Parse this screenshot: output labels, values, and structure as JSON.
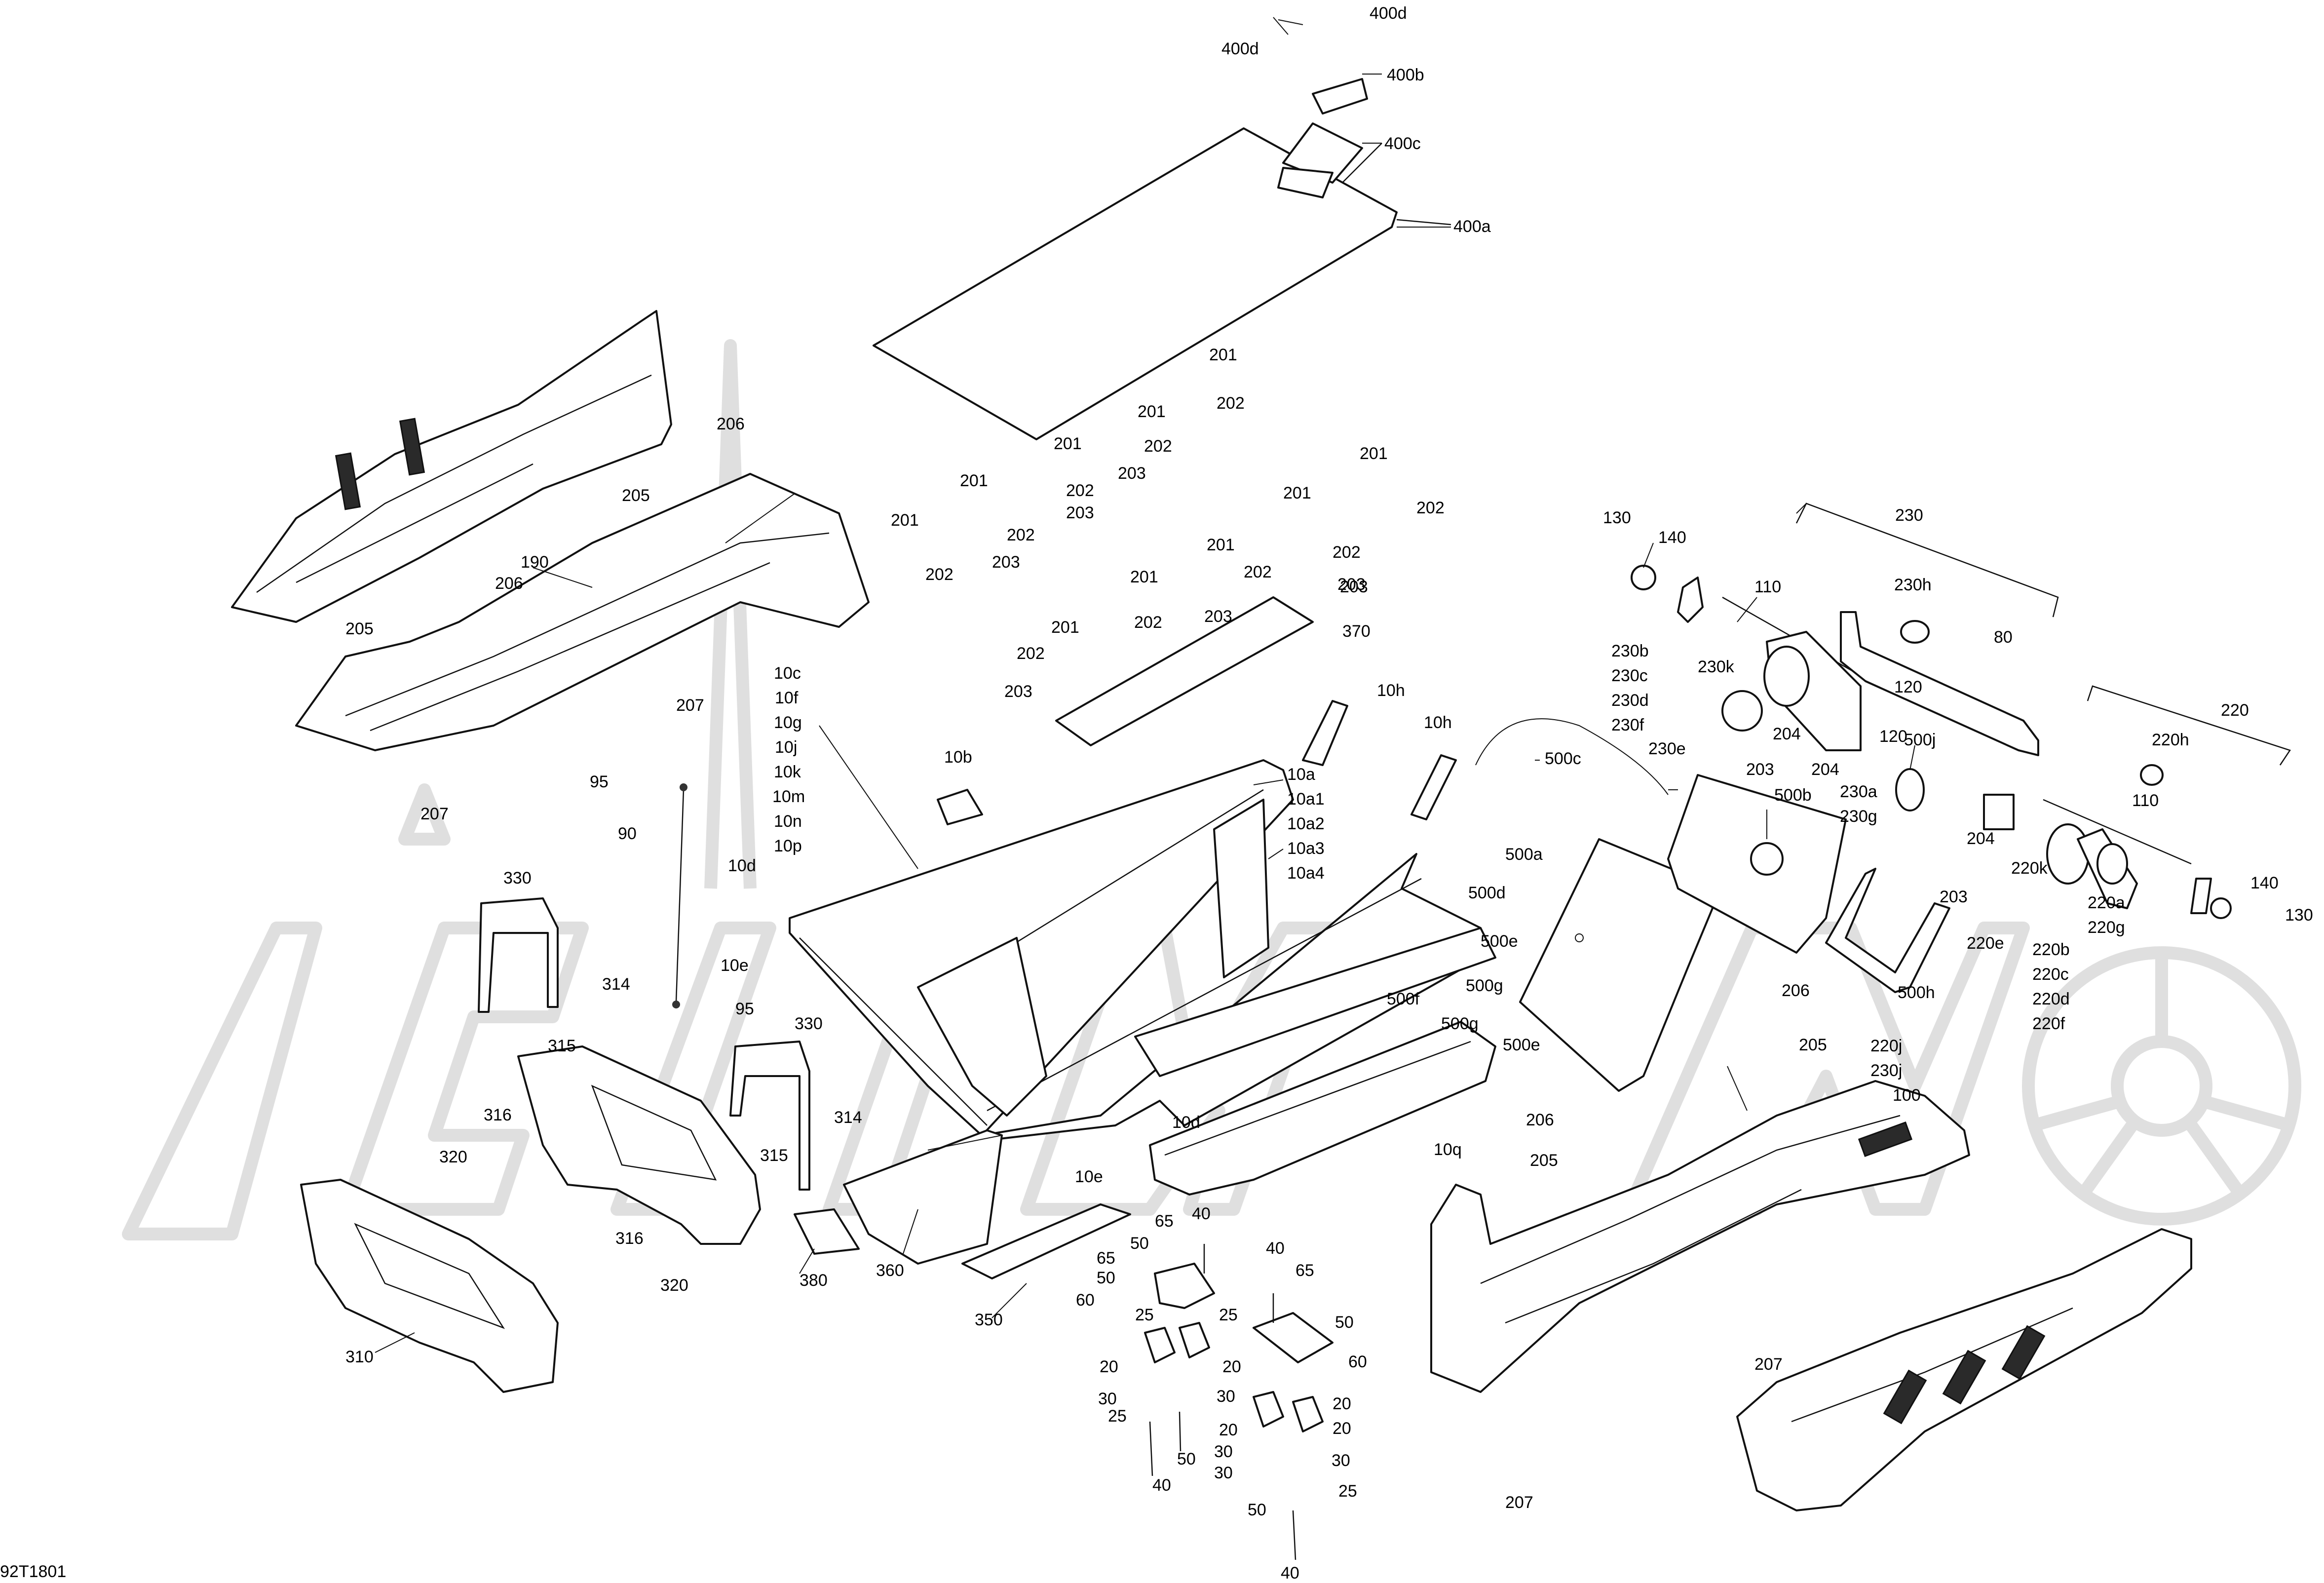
{
  "diagram_code": "92T1801",
  "callouts": [
    {
      "id": "c400d_1",
      "text": "400d"
    },
    {
      "id": "c400d_2",
      "text": "400d"
    },
    {
      "id": "c400b",
      "text": "400b"
    },
    {
      "id": "c400c",
      "text": "400c"
    },
    {
      "id": "c400a",
      "text": "400a"
    },
    {
      "id": "c201_a",
      "text": "201"
    },
    {
      "id": "c202_a",
      "text": "202"
    },
    {
      "id": "c201_b",
      "text": "201"
    },
    {
      "id": "c202_b",
      "text": "202"
    },
    {
      "id": "c201_c",
      "text": "201"
    },
    {
      "id": "c202_c",
      "text": "202"
    },
    {
      "id": "c203_c",
      "text": "203"
    },
    {
      "id": "c201_d",
      "text": "201"
    },
    {
      "id": "c202_d",
      "text": "202"
    },
    {
      "id": "c203_d",
      "text": "203"
    },
    {
      "id": "c201_e",
      "text": "201"
    },
    {
      "id": "c202_e",
      "text": "202"
    },
    {
      "id": "c203_e",
      "text": "203"
    },
    {
      "id": "c201_f",
      "text": "201"
    },
    {
      "id": "c202_f",
      "text": "202"
    },
    {
      "id": "c201_g",
      "text": "201"
    },
    {
      "id": "c202_g",
      "text": "202"
    },
    {
      "id": "c203_g",
      "text": "203"
    },
    {
      "id": "c201_h",
      "text": "201"
    },
    {
      "id": "c202_h",
      "text": "202"
    },
    {
      "id": "c203_h",
      "text": "203"
    },
    {
      "id": "c201_i",
      "text": "201"
    },
    {
      "id": "c202_i",
      "text": "202"
    },
    {
      "id": "c203_i",
      "text": "203"
    },
    {
      "id": "c201_j",
      "text": "201"
    },
    {
      "id": "c202_j",
      "text": "202"
    },
    {
      "id": "c203_j",
      "text": "203"
    },
    {
      "id": "c370",
      "text": "370"
    },
    {
      "id": "c206_a",
      "text": "206"
    },
    {
      "id": "c205_a",
      "text": "205"
    },
    {
      "id": "c190",
      "text": "190"
    },
    {
      "id": "c206_b",
      "text": "206"
    },
    {
      "id": "c205_b",
      "text": "205"
    },
    {
      "id": "c207_a",
      "text": "207"
    },
    {
      "id": "c207_b",
      "text": "207"
    },
    {
      "id": "c95_a",
      "text": "95"
    },
    {
      "id": "c90",
      "text": "90"
    },
    {
      "id": "c95_b",
      "text": "95"
    },
    {
      "id": "c10d_a",
      "text": "10d"
    },
    {
      "id": "c10e_a",
      "text": "10e"
    },
    {
      "id": "c10b",
      "text": "10b"
    },
    {
      "id": "c10c",
      "text": "10c"
    },
    {
      "id": "c10f",
      "text": "10f"
    },
    {
      "id": "c10g",
      "text": "10g"
    },
    {
      "id": "c10j",
      "text": "10j"
    },
    {
      "id": "c10k",
      "text": "10k"
    },
    {
      "id": "c10m",
      "text": "10m"
    },
    {
      "id": "c10n",
      "text": "10n"
    },
    {
      "id": "c10p",
      "text": "10p"
    },
    {
      "id": "c10h_a",
      "text": "10h"
    },
    {
      "id": "c10h_b",
      "text": "10h"
    },
    {
      "id": "c10a",
      "text": "10a"
    },
    {
      "id": "c10a1",
      "text": "10a1"
    },
    {
      "id": "c10a2",
      "text": "10a2"
    },
    {
      "id": "c10a3",
      "text": "10a3"
    },
    {
      "id": "c10a4",
      "text": "10a4"
    },
    {
      "id": "c10d_b",
      "text": "10d"
    },
    {
      "id": "c10e_b",
      "text": "10e"
    },
    {
      "id": "c10q",
      "text": "10q"
    },
    {
      "id": "c330_a",
      "text": "330"
    },
    {
      "id": "c314_a",
      "text": "314"
    },
    {
      "id": "c315_a",
      "text": "315"
    },
    {
      "id": "c316_a",
      "text": "316"
    },
    {
      "id": "c320_a",
      "text": "320"
    },
    {
      "id": "c330_b",
      "text": "330"
    },
    {
      "id": "c314_b",
      "text": "314"
    },
    {
      "id": "c315_b",
      "text": "315"
    },
    {
      "id": "c316_b",
      "text": "316"
    },
    {
      "id": "c320_b",
      "text": "320"
    },
    {
      "id": "c310",
      "text": "310"
    },
    {
      "id": "c380",
      "text": "380"
    },
    {
      "id": "c360",
      "text": "360"
    },
    {
      "id": "c350",
      "text": "350"
    },
    {
      "id": "c65_a",
      "text": "65"
    },
    {
      "id": "c40_a",
      "text": "40"
    },
    {
      "id": "c50_a",
      "text": "50"
    },
    {
      "id": "c65_b",
      "text": "65"
    },
    {
      "id": "c50_b",
      "text": "50"
    },
    {
      "id": "c60_a",
      "text": "60"
    },
    {
      "id": "c25_a",
      "text": "25"
    },
    {
      "id": "c25_b",
      "text": "25"
    },
    {
      "id": "c20_a",
      "text": "20"
    },
    {
      "id": "c20_b",
      "text": "20"
    },
    {
      "id": "c30_a",
      "text": "30"
    },
    {
      "id": "c30_b",
      "text": "30"
    },
    {
      "id": "c25_c",
      "text": "25"
    },
    {
      "id": "c50_c",
      "text": "50"
    },
    {
      "id": "c40_b",
      "text": "40"
    },
    {
      "id": "c40_c",
      "text": "40"
    },
    {
      "id": "c65_c",
      "text": "65"
    },
    {
      "id": "c50_d",
      "text": "50"
    },
    {
      "id": "c60_b",
      "text": "60"
    },
    {
      "id": "c20_c",
      "text": "20"
    },
    {
      "id": "c30_c",
      "text": "30"
    },
    {
      "id": "c20_d",
      "text": "20"
    },
    {
      "id": "c20_e",
      "text": "20"
    },
    {
      "id": "c30_d",
      "text": "30"
    },
    {
      "id": "c30_e",
      "text": "30"
    },
    {
      "id": "c50_e",
      "text": "50"
    },
    {
      "id": "c25_d",
      "text": "25"
    },
    {
      "id": "c40_d",
      "text": "40"
    },
    {
      "id": "c500c",
      "text": "500c"
    },
    {
      "id": "c500b",
      "text": "500b"
    },
    {
      "id": "c500a",
      "text": "500a"
    },
    {
      "id": "c500d",
      "text": "500d"
    },
    {
      "id": "c500e_a",
      "text": "500e"
    },
    {
      "id": "c500g_a",
      "text": "500g"
    },
    {
      "id": "c500f",
      "text": "500f"
    },
    {
      "id": "c500g_b",
      "text": "500g"
    },
    {
      "id": "c500e_b",
      "text": "500e"
    },
    {
      "id": "c500j",
      "text": "500j"
    },
    {
      "id": "c500h",
      "text": "500h"
    },
    {
      "id": "c130_a",
      "text": "130"
    },
    {
      "id": "c140_a",
      "text": "140"
    },
    {
      "id": "c230",
      "text": "230"
    },
    {
      "id": "c110_a",
      "text": "110"
    },
    {
      "id": "c230h",
      "text": "230h"
    },
    {
      "id": "c80",
      "text": "80"
    },
    {
      "id": "c230b",
      "text": "230b"
    },
    {
      "id": "c230c",
      "text": "230c"
    },
    {
      "id": "c230d",
      "text": "230d"
    },
    {
      "id": "c230f",
      "text": "230f"
    },
    {
      "id": "c230k",
      "text": "230k"
    },
    {
      "id": "c230e",
      "text": "230e"
    },
    {
      "id": "c204_a",
      "text": "204"
    },
    {
      "id": "c203_k",
      "text": "203"
    },
    {
      "id": "c204_b",
      "text": "204"
    },
    {
      "id": "c230a",
      "text": "230a"
    },
    {
      "id": "c230g",
      "text": "230g"
    },
    {
      "id": "c120_a",
      "text": "120"
    },
    {
      "id": "c120_b",
      "text": "120"
    },
    {
      "id": "c220",
      "text": "220"
    },
    {
      "id": "c220h",
      "text": "220h"
    },
    {
      "id": "c110_b",
      "text": "110"
    },
    {
      "id": "c204_c",
      "text": "204"
    },
    {
      "id": "c220k",
      "text": "220k"
    },
    {
      "id": "c203_l",
      "text": "203"
    },
    {
      "id": "c220e",
      "text": "220e"
    },
    {
      "id": "c220a",
      "text": "220a"
    },
    {
      "id": "c220g",
      "text": "220g"
    },
    {
      "id": "c140_b",
      "text": "140"
    },
    {
      "id": "c130_b",
      "text": "130"
    },
    {
      "id": "c220b",
      "text": "220b"
    },
    {
      "id": "c220c",
      "text": "220c"
    },
    {
      "id": "c220d",
      "text": "220d"
    },
    {
      "id": "c220f",
      "text": "220f"
    },
    {
      "id": "c206_c",
      "text": "206"
    },
    {
      "id": "c205_c",
      "text": "205"
    },
    {
      "id": "c220j_1",
      "text": "220j"
    },
    {
      "id": "c230j",
      "text": "230j"
    },
    {
      "id": "c100",
      "text": "100"
    },
    {
      "id": "c206_d",
      "text": "206"
    },
    {
      "id": "c205_d",
      "text": "205"
    },
    {
      "id": "c207_c",
      "text": "207"
    },
    {
      "id": "c207_d",
      "text": "207"
    }
  ]
}
